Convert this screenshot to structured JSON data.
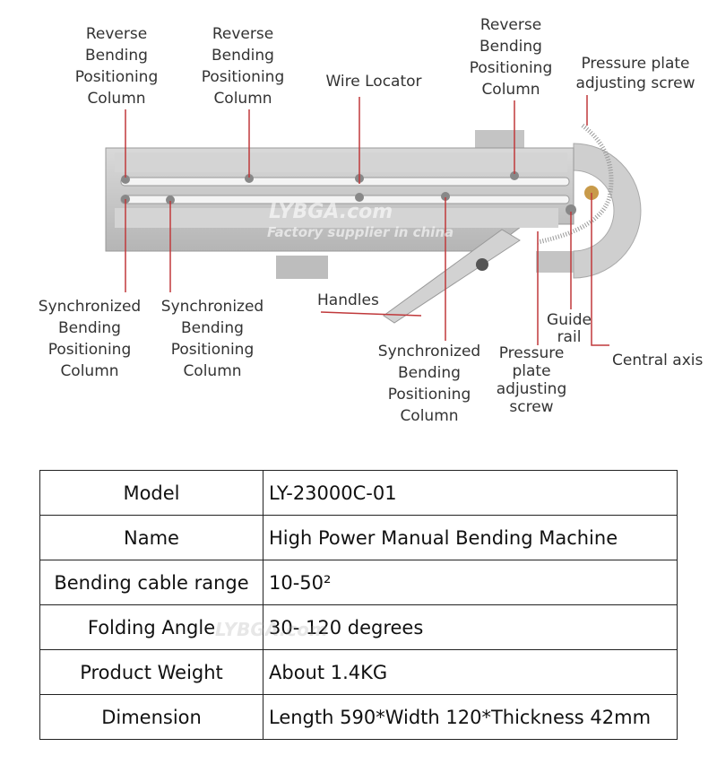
{
  "callouts": {
    "reverse_1": "Reverse\nBending\nPositioning\nColumn",
    "reverse_2": "Reverse\nBending\nPositioning\nColumn",
    "reverse_3": "Reverse\nBending\nPositioning\nColumn",
    "wire_locator": "Wire Locator",
    "pressure_screw_top": "Pressure plate\nadjusting screw",
    "sync_1": "Synchronized\nBending\nPositioning\nColumn",
    "sync_2": "Synchronized\nBending\nPositioning\nColumn",
    "sync_3": "Synchronized\nBending\nPositioning\nColumn",
    "handles": "Handles",
    "pressure_screw_bottom": "Pressure\nplate\nadjusting\nscrew",
    "guide_rail": "Guide\nrail",
    "central_axis": "Central axis"
  },
  "watermark": {
    "brand": "LYBGA.com",
    "tagline": "Factory supplier in china"
  },
  "colors": {
    "leader": "#c0393b",
    "steel": "#c8c8c8"
  },
  "specs": [
    {
      "key": "Model",
      "value": "LY-23000C-01"
    },
    {
      "key": "Name",
      "value": "High Power Manual Bending Machine"
    },
    {
      "key": "Bending cable range",
      "value": "10-50²"
    },
    {
      "key": "Folding Angle",
      "value": "30- 120 degrees"
    },
    {
      "key": "Product Weight",
      "value": "About 1.4KG"
    },
    {
      "key": "Dimension",
      "value": "Length 590*Width 120*Thickness 42mm"
    }
  ]
}
